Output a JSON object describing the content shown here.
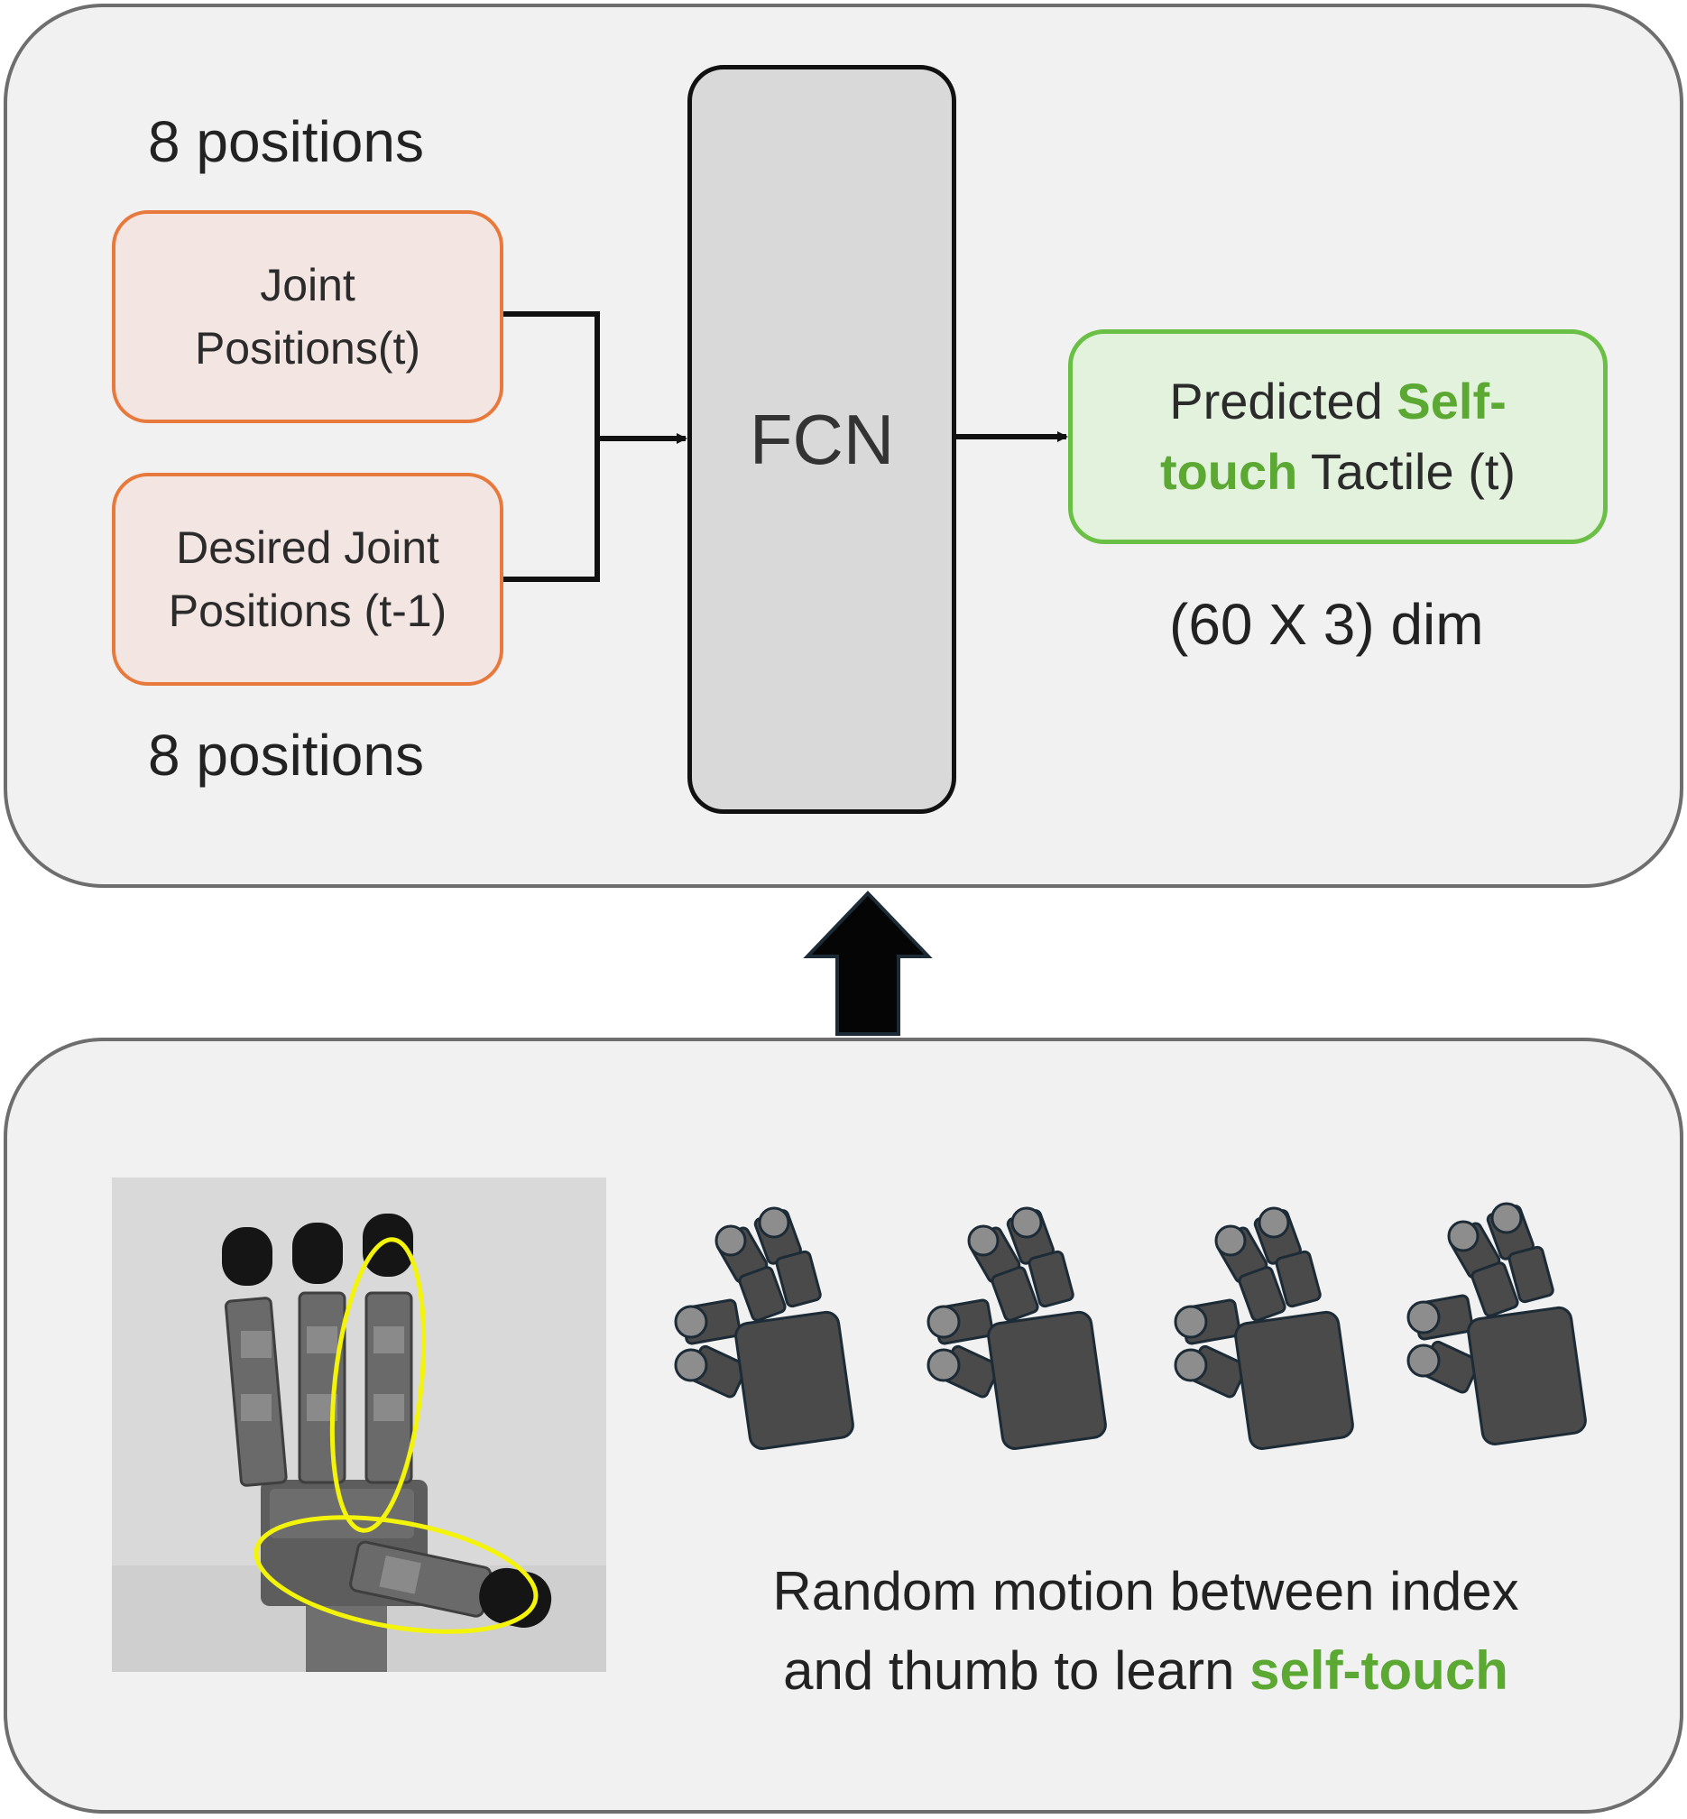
{
  "model": {
    "input_top": {
      "size_label": "8 positions",
      "line1": "Joint",
      "line2": "Positions(t)"
    },
    "input_bottom": {
      "size_label": "8 positions",
      "line1": "Desired Joint",
      "line2": "Positions (t-1)"
    },
    "network_label": "FCN",
    "output": {
      "pre": "Predicted ",
      "highlight1": "Self-",
      "highlight2": "touch",
      "post": " Tactile (t)",
      "dim_label": "(60 X 3) dim"
    }
  },
  "data_collection": {
    "caption_line1": "Random motion between index",
    "caption_line2_pre": "and thumb to learn ",
    "caption_highlight": "self-touch"
  },
  "colors": {
    "input_border": "#e8793c",
    "output_border": "#6abf45",
    "highlight_text": "#5ba832",
    "annotation_ellipse": "#f4f40a"
  }
}
